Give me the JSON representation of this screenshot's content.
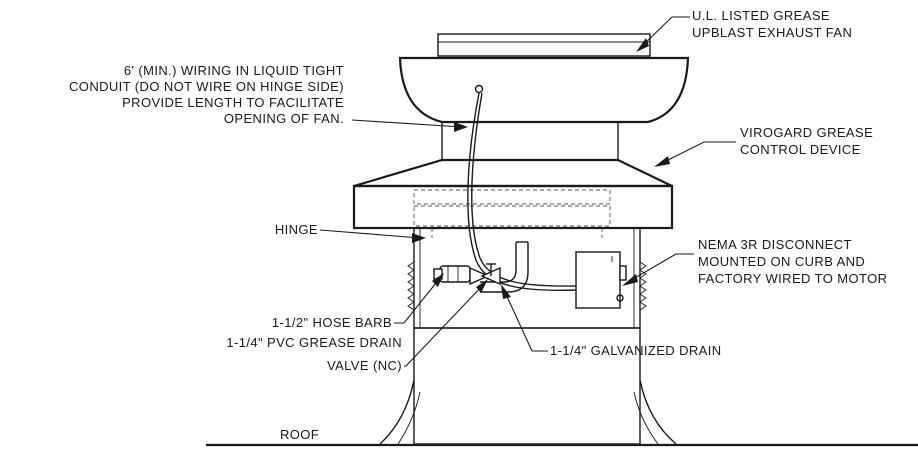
{
  "labels": {
    "fan": [
      "U.L. LISTED GREASE",
      "UPBLAST EXHAUST FAN"
    ],
    "wiring": [
      "6' (MIN.) WIRING IN LIQUID TIGHT",
      "CONDUIT (DO NOT WIRE ON HINGE SIDE)",
      "PROVIDE LENGTH TO FACILITATE",
      "OPENING OF FAN."
    ],
    "virogard": [
      "VIROGARD GREASE",
      "CONTROL DEVICE"
    ],
    "hinge": "HINGE",
    "nema": [
      "NEMA 3R DISCONNECT",
      "MOUNTED ON CURB AND",
      "FACTORY WIRED TO MOTOR"
    ],
    "hose": "1-1/2\" HOSE BARB",
    "pvc": "1-1/4\" PVC GREASE DRAIN",
    "valve": "VALVE (NC)",
    "galv": "1-1/4\" GALVANIZED DRAIN",
    "roof": "ROOF"
  }
}
